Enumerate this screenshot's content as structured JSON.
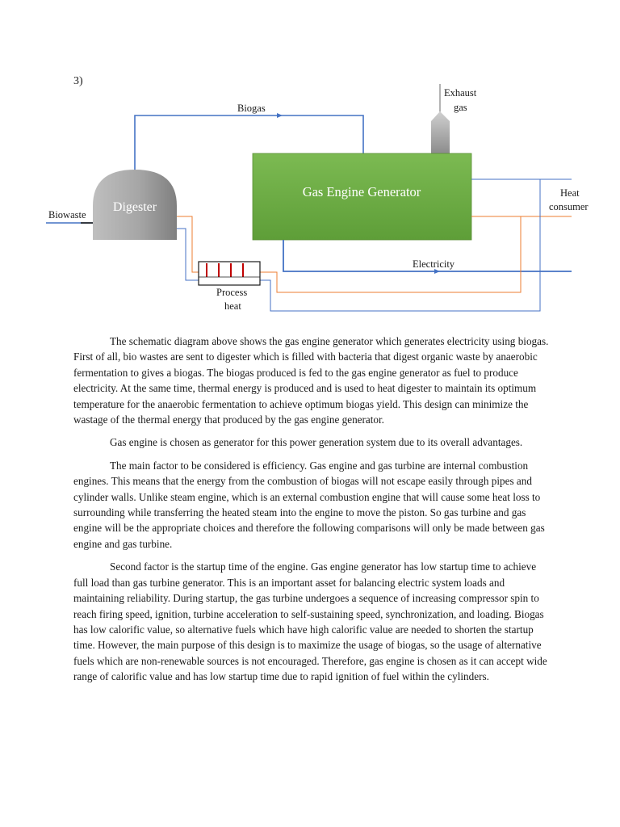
{
  "question_number": "3)",
  "diagram": {
    "labels": {
      "biogas": "Biogas",
      "exhaust_line1": "Exhaust",
      "exhaust_line2": "gas",
      "engine": "Gas Engine Generator",
      "digester": "Digester",
      "biowaste": "Biowaste",
      "heat_line1": "Heat",
      "heat_line2": "consumer",
      "electricity": "Electricity",
      "process_line1": "Process",
      "process_line2": "heat"
    },
    "colors": {
      "biogas_line": "#4472c4",
      "heat_line": "#ed7d31",
      "engine_fill": "#70ad47",
      "digester_fill": "#a6a6a6",
      "heater_red": "#c00000"
    }
  },
  "paragraphs": [
    "The schematic diagram above shows the gas engine generator which generates electricity using biogas. First of all, bio wastes are sent to digester which is filled with bacteria that digest organic waste by anaerobic fermentation to gives a biogas. The biogas produced is fed to the gas engine generator as fuel to produce electricity. At the same time, thermal energy is produced and is used to heat digester to maintain its optimum temperature for the anaerobic fermentation to achieve optimum biogas yield. This design can minimize the wastage of the thermal energy that produced by the gas engine generator.",
    "Gas engine is chosen as generator for this power generation system due to its overall advantages.",
    "The main factor to be considered is efficiency. Gas engine and gas turbine are internal combustion engines. This means that the energy from the combustion of biogas will not escape easily through pipes and cylinder walls. Unlike steam engine, which is an external combustion engine that will cause some heat loss to surrounding while transferring the heated steam into the engine to move the piston. So gas turbine and gas engine will be the appropriate choices and therefore the following comparisons will only be made between gas engine and gas turbine.",
    "Second factor is the startup time of the engine. Gas engine generator has low startup time to achieve full load than gas turbine generator. This is an important asset for balancing electric system loads and maintaining reliability. During startup, the gas turbine undergoes a sequence of increasing compressor spin to reach firing speed, ignition, turbine acceleration to self-sustaining speed, synchronization, and loading. Biogas has low calorific value, so alternative fuels which have high calorific value are needed to shorten the startup time. However, the main purpose of this design is to maximize the usage of biogas, so the usage of alternative fuels which are non-renewable sources is not encouraged. Therefore, gas engine is chosen as it can accept wide range of calorific value and has low startup time due to rapid ignition of fuel within the cylinders."
  ]
}
